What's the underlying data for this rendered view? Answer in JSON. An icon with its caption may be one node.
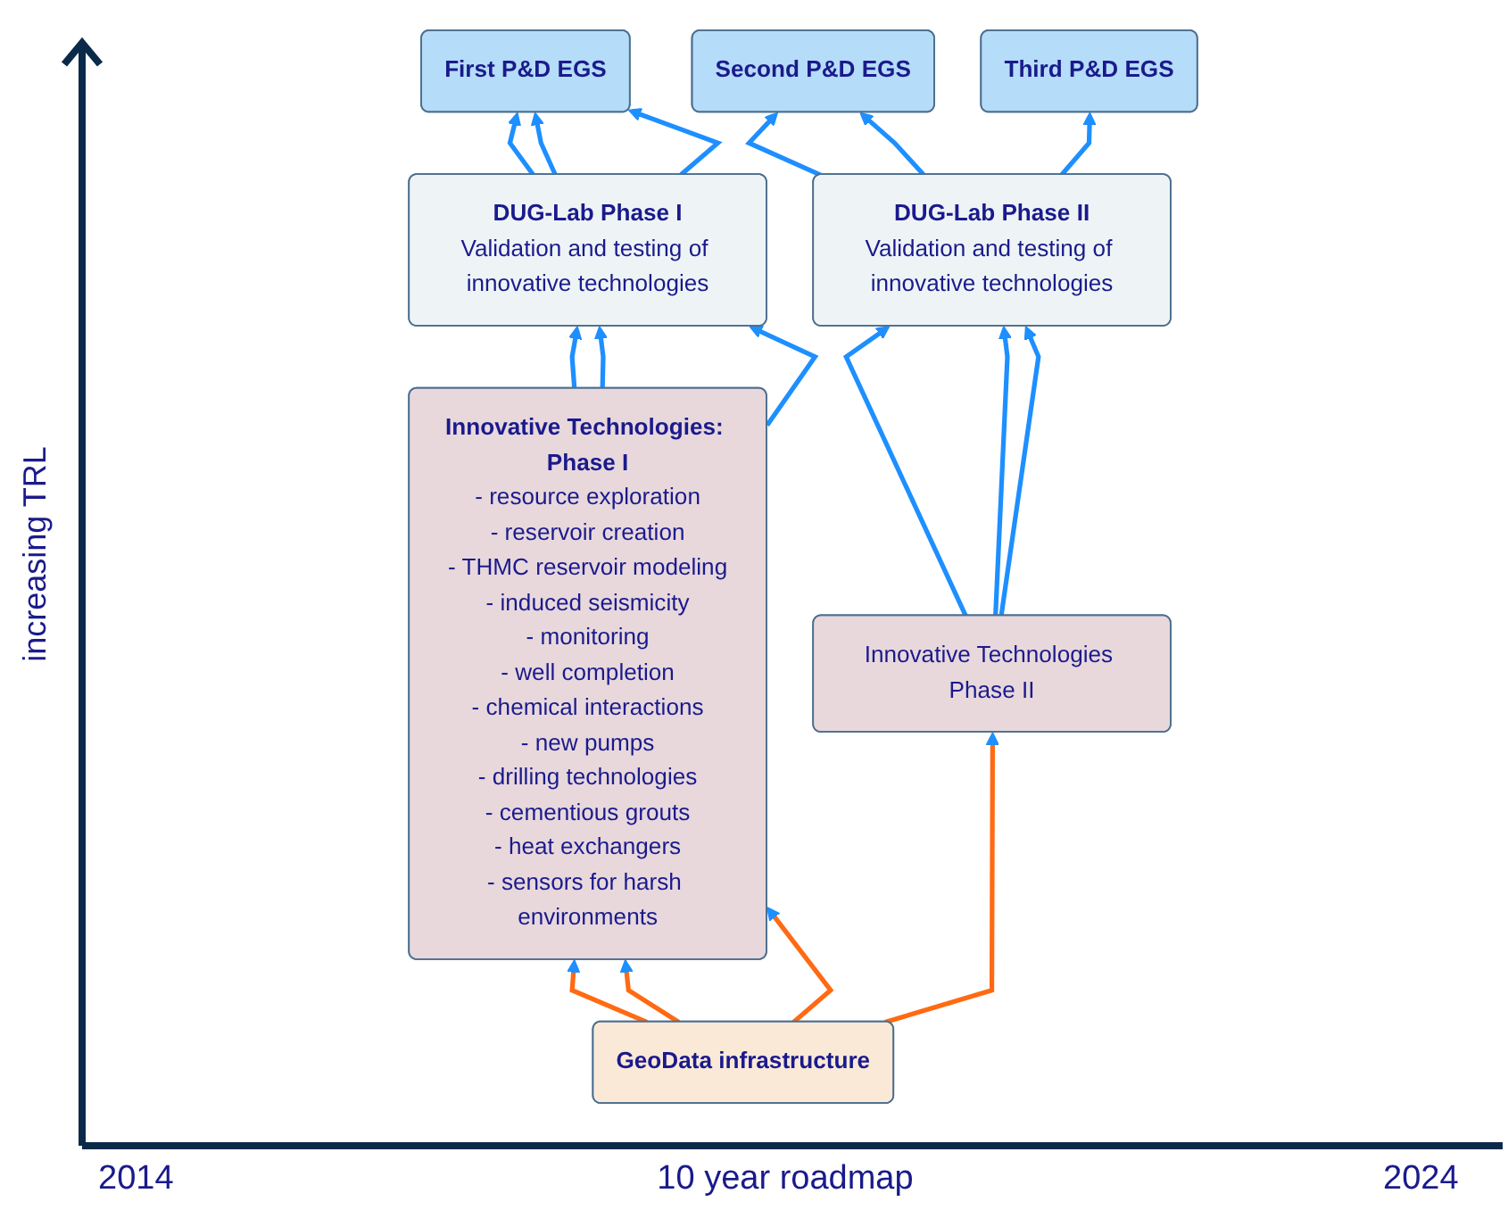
{
  "diagram": {
    "nodes": [
      {
        "text": [
          "Third P&D EGS"
        ]
      },
      {
        "text": [
          "Second P&D EGS"
        ]
      },
      {
        "text": [
          "First P&D EGS"
        ]
      },
      {
        "text": [
          "DUG-Lab Phase II",
          "Validation and testing of innovative technologies"
        ]
      },
      {
        "text": [
          "DUG-Lab Phase I",
          "Validation and testing of innovative technologies"
        ]
      },
      {
        "text": [
          "Innovative Technologies Phase II"
        ]
      },
      {
        "text": [
          "Innovative Technologies: Phase I",
          "- resource exploration",
          "- reservoir creation",
          "- THMC reservoir modeling",
          "- induced seismicity",
          "- monitoring",
          "- well completion",
          "- chemical interactions",
          "- new pumps",
          "- drilling technologies",
          "- cementious grouts",
          "- heat exchangers",
          "- sensors for harsh environments"
        ]
      },
      {
        "text": [
          "GeoData infrastructure"
        ]
      }
    ],
    "edges": [
      {
        "from": 7,
        "to": 6,
        "arrow": "to",
        "color": "#ff6a13"
      },
      {
        "from": 7,
        "to": 6,
        "arrow": "to",
        "color": "#ff6a13"
      },
      {
        "from": 7,
        "to": 6,
        "arrow": "to",
        "color": "#ff6a13"
      },
      {
        "from": 7,
        "to": 5,
        "arrow": "to",
        "color": "#ff6a13"
      },
      {
        "from": 6,
        "to": 4,
        "arrow": "to"
      },
      {
        "from": 6,
        "to": 4,
        "arrow": "to"
      },
      {
        "from": 6,
        "to": 4,
        "arrow": "to"
      },
      {
        "from": 4,
        "to": 2,
        "arrow": "to"
      },
      {
        "from": 4,
        "to": 2,
        "arrow": "to"
      },
      {
        "from": 4,
        "to": 2,
        "arrow": "to"
      },
      {
        "from": 5,
        "to": 3,
        "arrow": "to"
      },
      {
        "from": 5,
        "to": 3,
        "arrow": "to"
      },
      {
        "from": 5,
        "to": 3,
        "arrow": "to"
      },
      {
        "from": 3,
        "to": 1,
        "arrow": "to"
      },
      {
        "from": 3,
        "to": 1,
        "arrow": "to"
      },
      {
        "from": 3,
        "to": 0,
        "arrow": "to"
      }
    ],
    "labels": [
      "increasing TRL",
      "2014",
      "10 year roadmap",
      "2024"
    ]
  }
}
